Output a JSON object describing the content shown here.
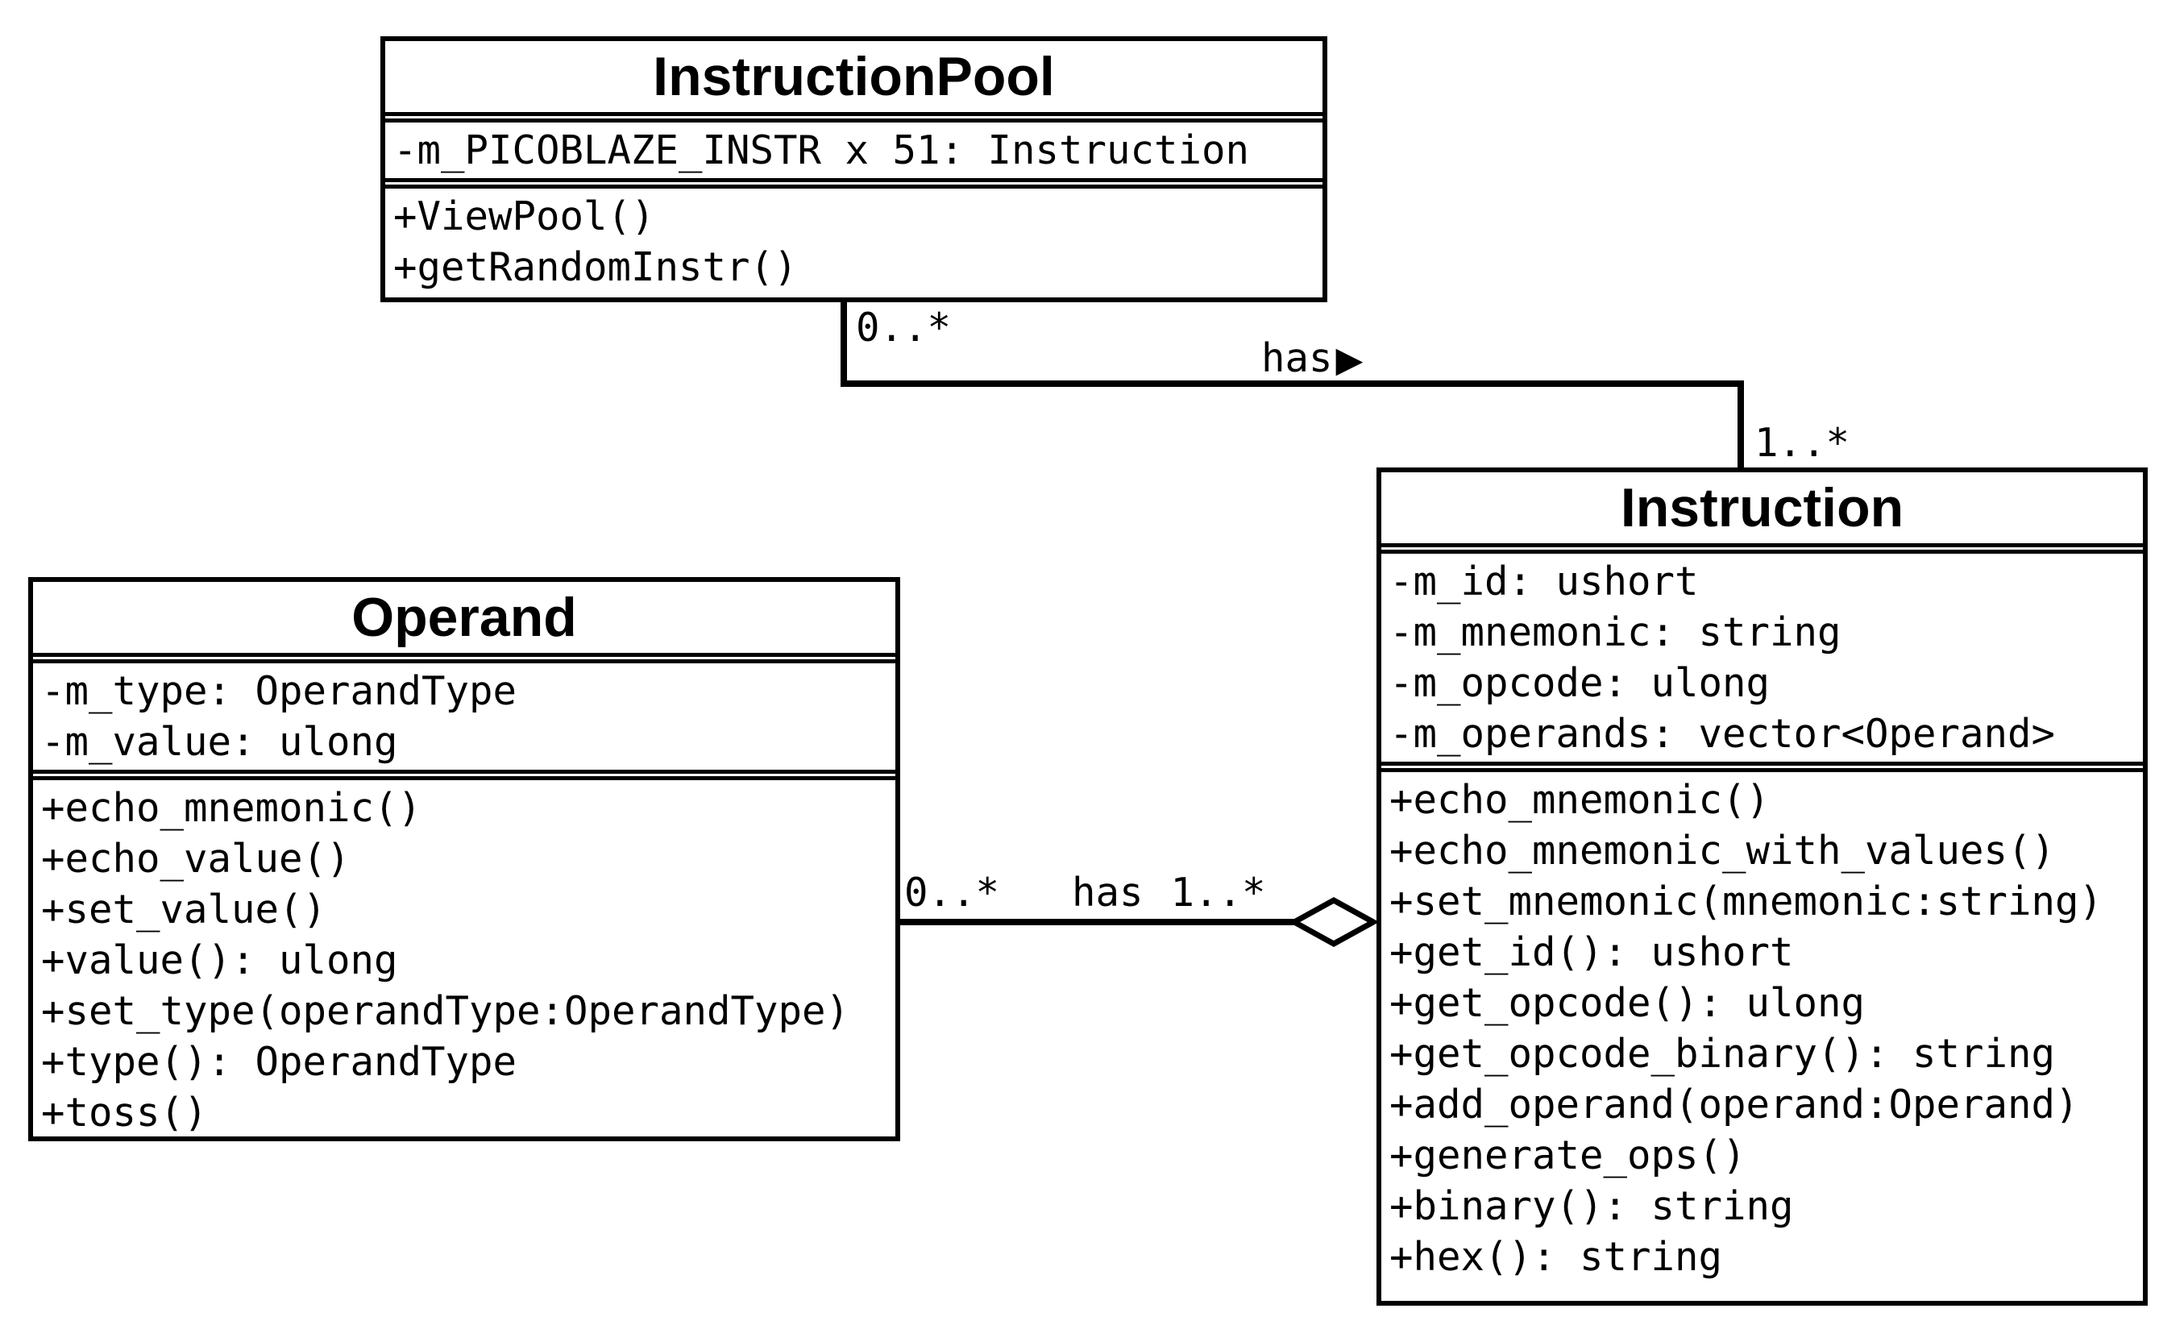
{
  "classes": {
    "instruction_pool": {
      "name": "InstructionPool",
      "attributes": [
        "-m_PICOBLAZE_INSTR x 51: Instruction"
      ],
      "methods": [
        "+ViewPool()",
        "+getRandomInstr()"
      ]
    },
    "operand": {
      "name": "Operand",
      "attributes": [
        "-m_type: OperandType",
        "-m_value: ulong"
      ],
      "methods": [
        "+echo_mnemonic()",
        "+echo_value()",
        "+set_value()",
        "+value(): ulong",
        "+set_type(operandType:OperandType)",
        "+type(): OperandType",
        "+toss()"
      ]
    },
    "instruction": {
      "name": "Instruction",
      "attributes": [
        "-m_id: ushort",
        "-m_mnemonic: string",
        "-m_opcode: ulong",
        "-m_operands: vector<Operand>"
      ],
      "methods": [
        "+echo_mnemonic()",
        "+echo_mnemonic_with_values()",
        "+set_mnemonic(mnemonic:string)",
        "+get_id(): ushort",
        "+get_opcode(): ulong",
        "+get_opcode_binary(): string",
        "+add_operand(operand:Operand)",
        "+generate_ops()",
        "+binary(): string",
        "+hex(): string"
      ]
    }
  },
  "associations": {
    "pool_has_instruction": {
      "label": "has",
      "direction_arrow": "▶",
      "pool_multiplicity": "0..*",
      "instruction_multiplicity": "1..*"
    },
    "instruction_has_operand": {
      "label": "has",
      "operand_multiplicity": "0..*",
      "instruction_multiplicity": "1..*",
      "aggregation_marker": "open-diamond"
    }
  },
  "colors": {
    "line": "#000000",
    "background": "#ffffff",
    "box_fill": "#ffffff"
  }
}
